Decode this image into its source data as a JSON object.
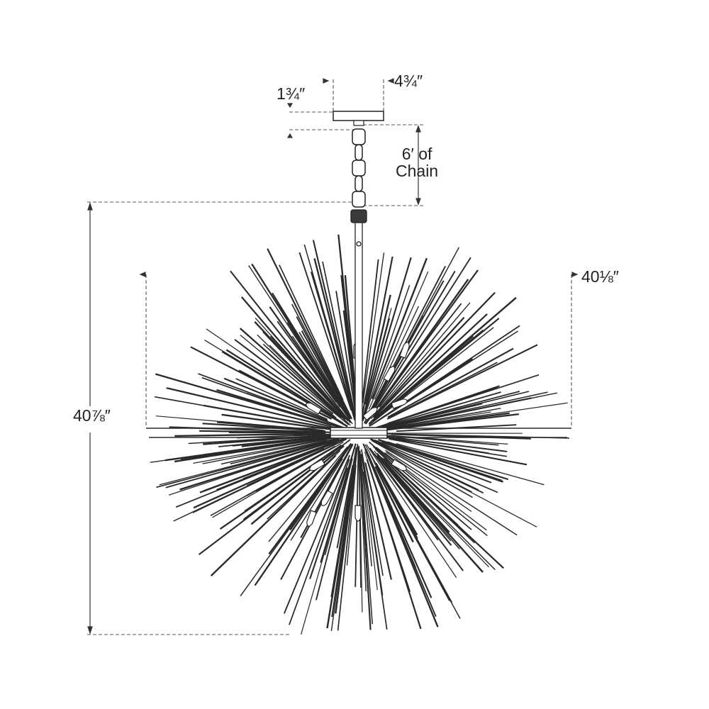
{
  "dimensions": {
    "canopy_width": "4¾″",
    "canopy_height": "1¾″",
    "chain_length_line1": "6′ of",
    "chain_length_line2": "Chain",
    "fixture_width": "40⅛″",
    "fixture_height": "40⅞″"
  },
  "style": {
    "line_color": "#222222",
    "dash_color": "#555555",
    "background": "#ffffff"
  }
}
